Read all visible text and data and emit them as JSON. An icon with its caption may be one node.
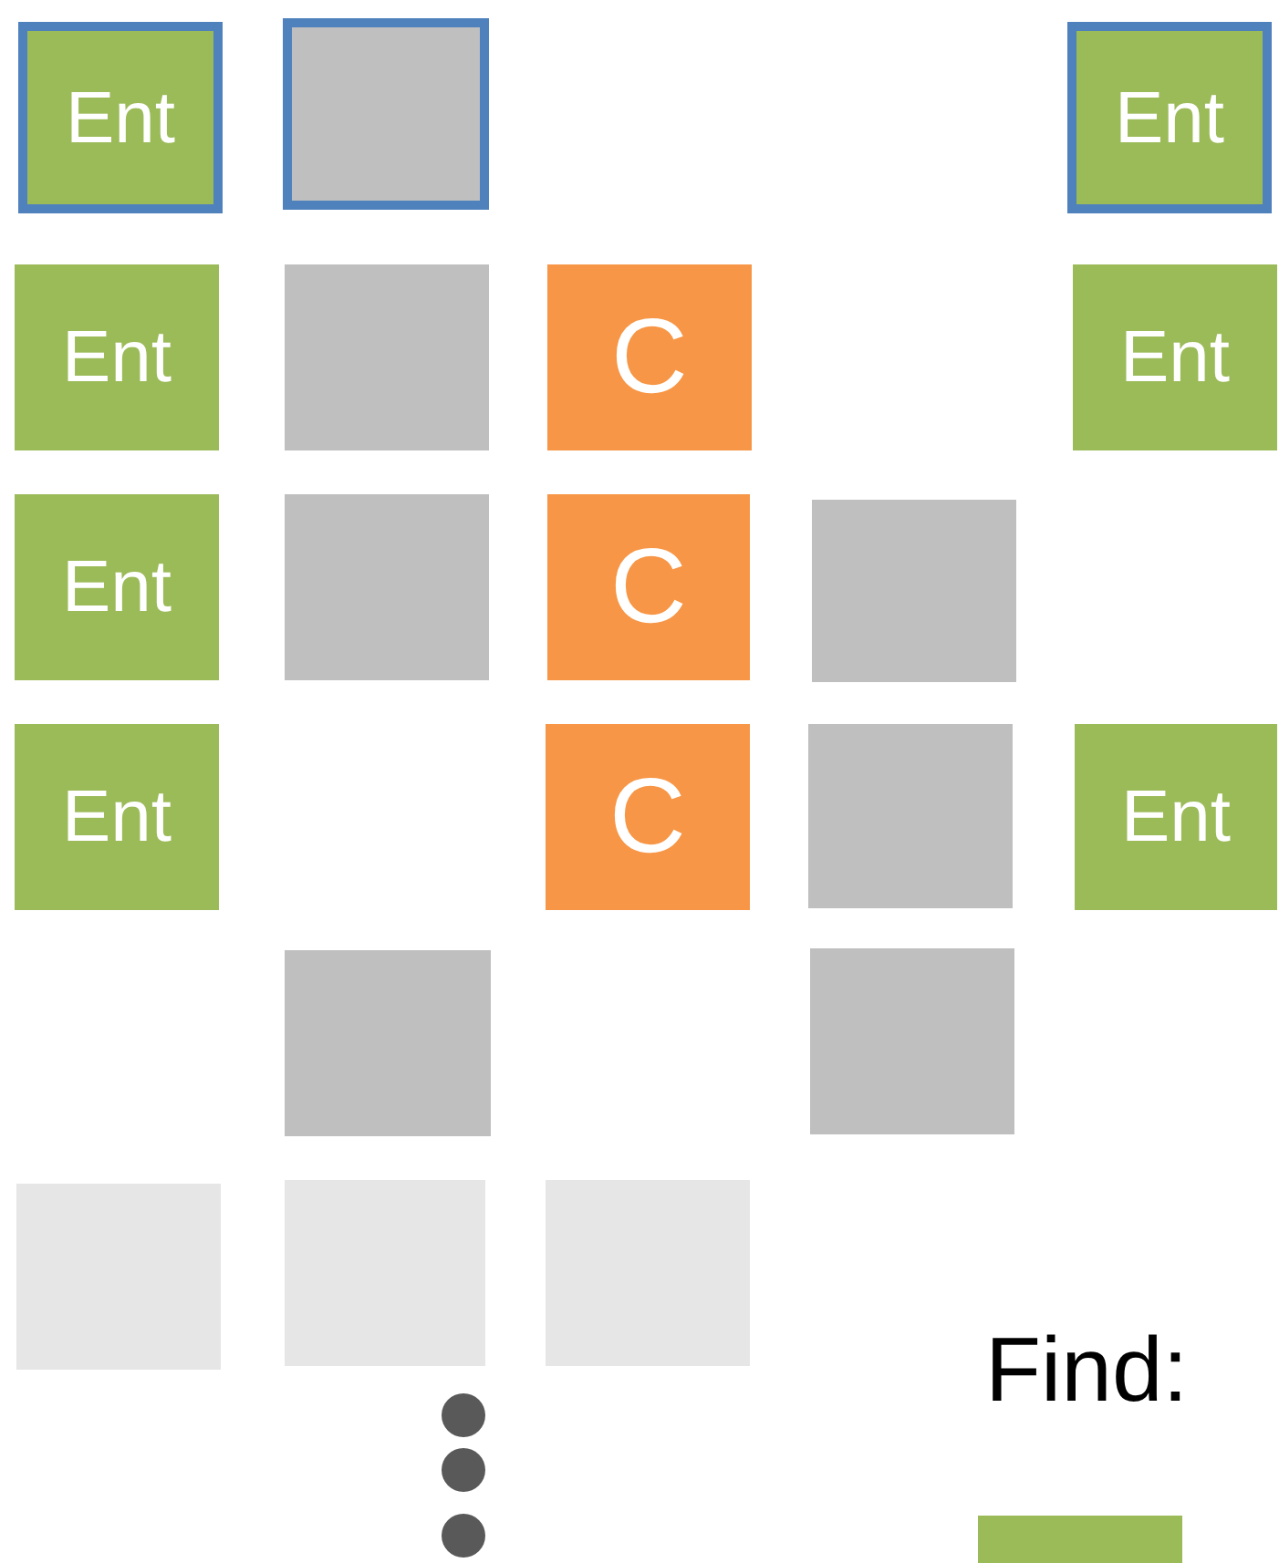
{
  "diagram": {
    "nodes": [
      {
        "text": [
          "Ent"
        ]
      },
      {
        "text": [],
        "shape": "box"
      },
      {
        "text": [
          "Ent"
        ]
      },
      {
        "text": [
          "Ent"
        ]
      },
      {
        "text": [],
        "shape": "box"
      },
      {
        "text": [
          "C"
        ]
      },
      {
        "text": [
          "Ent"
        ]
      },
      {
        "text": [
          "Ent"
        ]
      },
      {
        "text": [],
        "shape": "box"
      },
      {
        "text": [
          "C"
        ]
      },
      {
        "text": [],
        "shape": "box"
      },
      {
        "text": [
          "Ent"
        ]
      },
      {
        "text": [
          "C"
        ]
      },
      {
        "text": [],
        "shape": "box"
      },
      {
        "text": [
          "Ent"
        ]
      },
      {
        "text": [],
        "shape": "box"
      },
      {
        "text": [],
        "shape": "box"
      },
      {
        "text": [],
        "shape": "box"
      },
      {
        "text": [],
        "shape": "box"
      },
      {
        "text": [],
        "shape": "box"
      }
    ],
    "labels": [
      "Find:"
    ]
  }
}
